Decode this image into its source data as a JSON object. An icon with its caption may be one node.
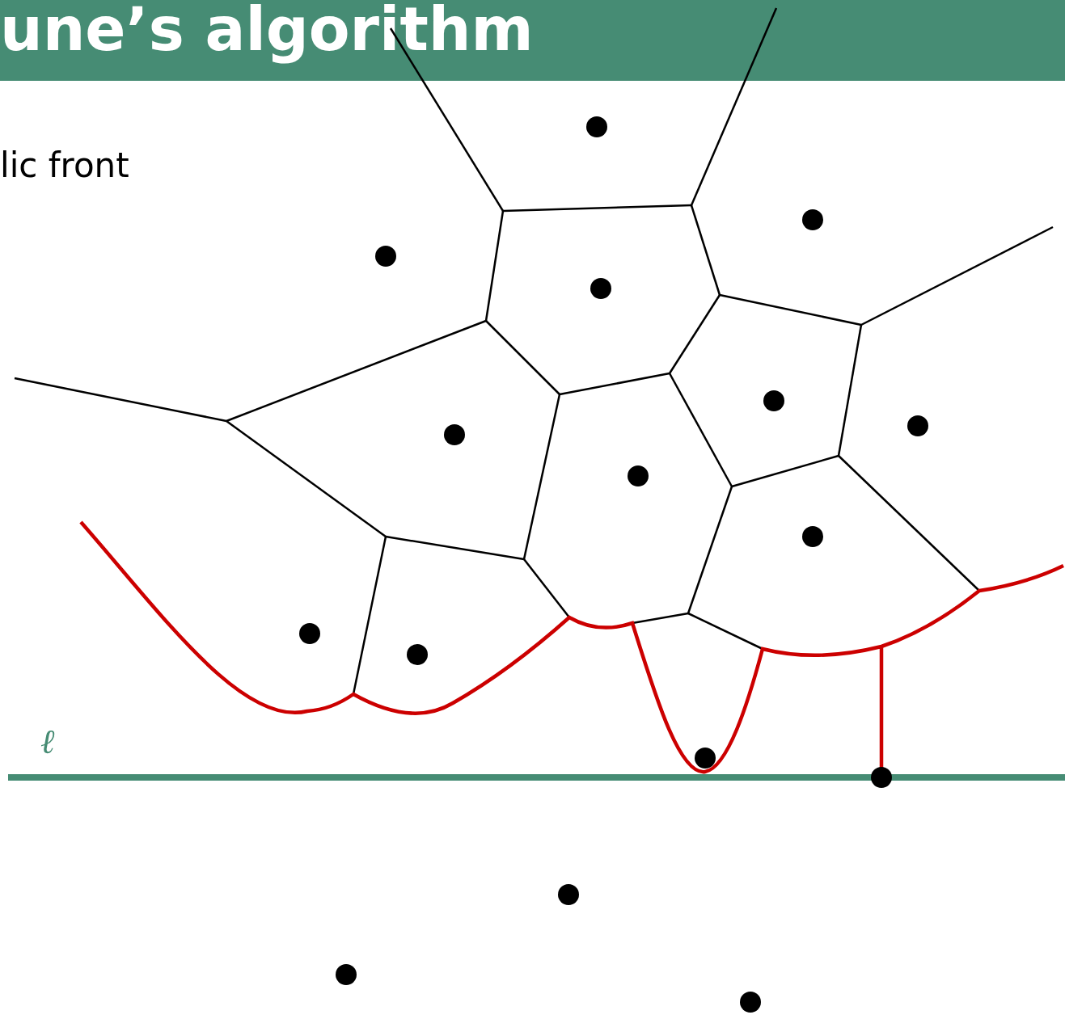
{
  "diagram": {
    "title": "une’s algorithm",
    "labels": [
      "lic front",
      "ℓ"
    ]
  }
}
